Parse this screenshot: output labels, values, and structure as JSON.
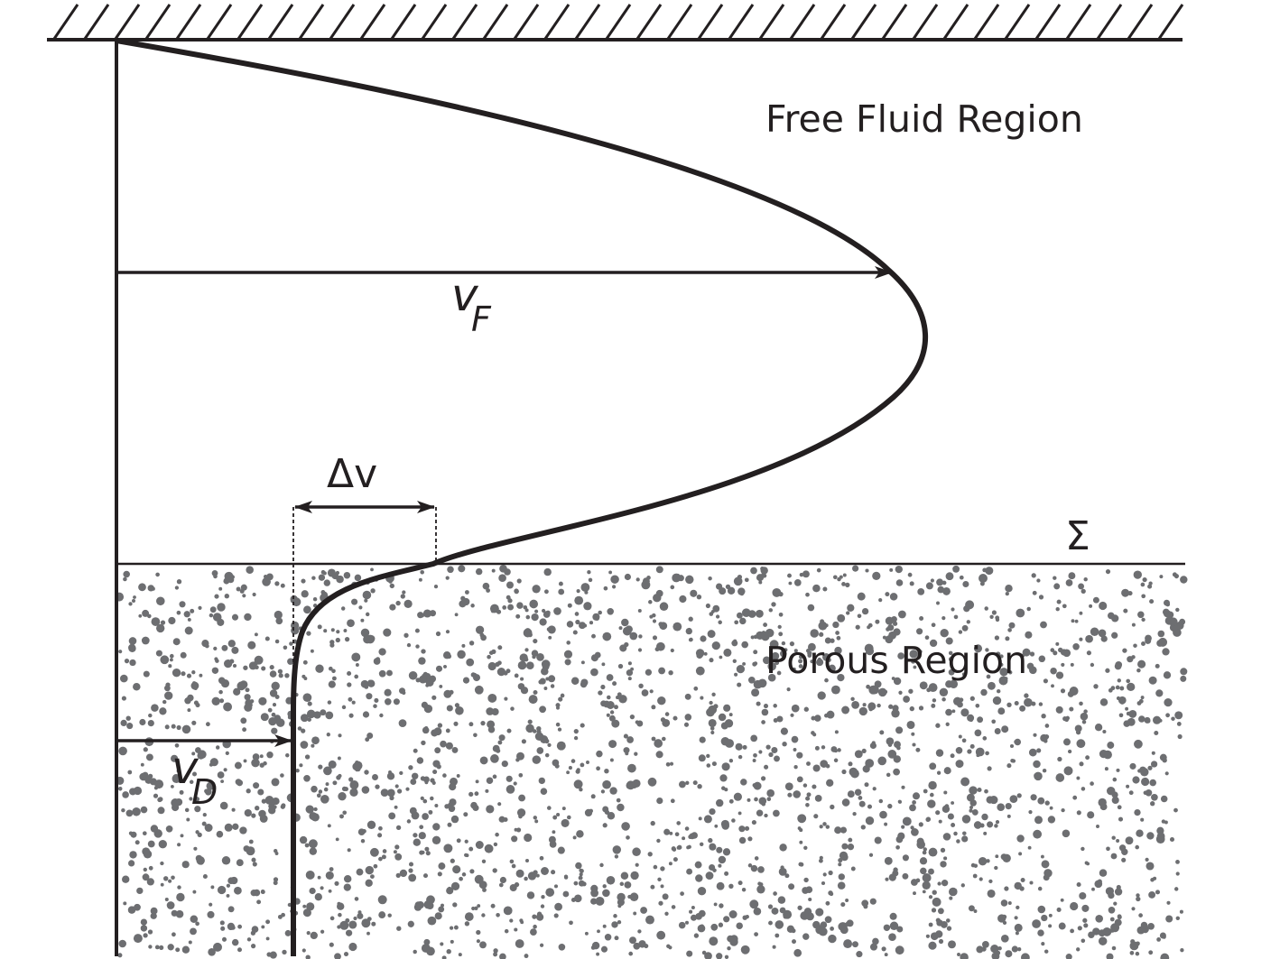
{
  "labels": {
    "free_fluid_region": "Free Fluid Region",
    "porous_region": "Porous Region",
    "interface": "Σ",
    "velocity_jump": "Δv",
    "free_velocity": {
      "main": "v",
      "sub": "F"
    },
    "darcy_velocity": {
      "main": "v",
      "sub": "D"
    }
  },
  "colors": {
    "ink": "#231f20",
    "particles": "#6d6e71",
    "background": "#ffffff"
  }
}
